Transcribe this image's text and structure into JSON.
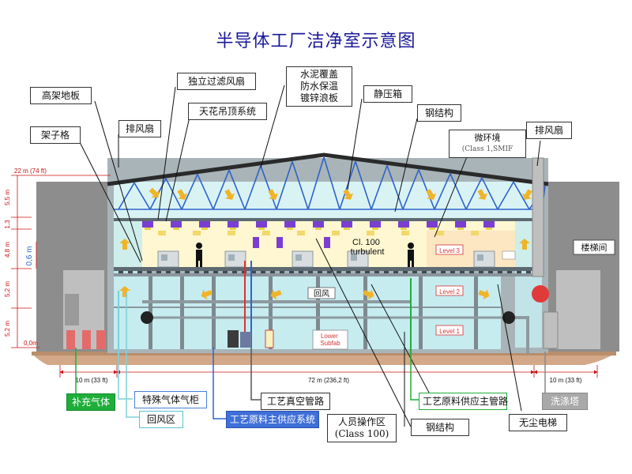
{
  "title": "半导体工厂洁净室示意图",
  "labels": {
    "raised_floor": "高架地板",
    "fan_filter": "独立过滤风扇",
    "ceiling_system": "天花吊顶系统",
    "roof": "水泥覆盖\n防水保温\n镀锌浪板",
    "plenum": "静压箱",
    "steel_structure_top": "钢结构",
    "grating": "架子格",
    "exhaust_fan_left": "排风扇",
    "mini_env": "微环境\n(Class 1,SMIF",
    "exhaust_fan_right": "排风扇",
    "stairwell": "楼梯间",
    "return_air": "回风",
    "makeup_gas": "补充气体",
    "special_gas_cabinet": "特殊气体气柜",
    "process_vacuum": "工艺真空管路",
    "process_material_pipe": "工艺原料供应主管路",
    "scrubber": "洗涤塔",
    "return_area": "回风区",
    "process_material_system": "工艺原料主供应系统",
    "operator_area": "人员操作区\n(Class 100)",
    "steel_structure_bottom": "钢结构",
    "clean_elevator": "无尘电梯"
  },
  "zone_text": {
    "cleanroom_class": "Cl. 100\nturbulent",
    "level3": "Level 3",
    "level2": "Level 2",
    "level1": "Level 1",
    "lower_subfab": "Lower\nSubfab"
  },
  "dims": {
    "height_top": "22 m (74 ft)",
    "h1": "5,5 m",
    "h2": "1,3",
    "h3": "4,8 m",
    "h_local": "0,6 m",
    "h4": "5,2 m",
    "h5": "5,2 m",
    "zero": "0,0m",
    "w_left": "10 m (33 ft)",
    "w_mid": "72 m (236,2 ft)",
    "w_right": "10 m (33 ft)"
  },
  "colors": {
    "title": "#1a1a9a",
    "building_wall": "#8d8d8d",
    "clean_zone": "#fff7d1",
    "subfab": "#c6ecf0",
    "plenum": "#d9f3f5",
    "truss": "#2e63c9",
    "ground": "#d2a888",
    "dimension": "#cc1111",
    "airflow": "#f0b429",
    "fan_unit": "#7a3fd1"
  }
}
